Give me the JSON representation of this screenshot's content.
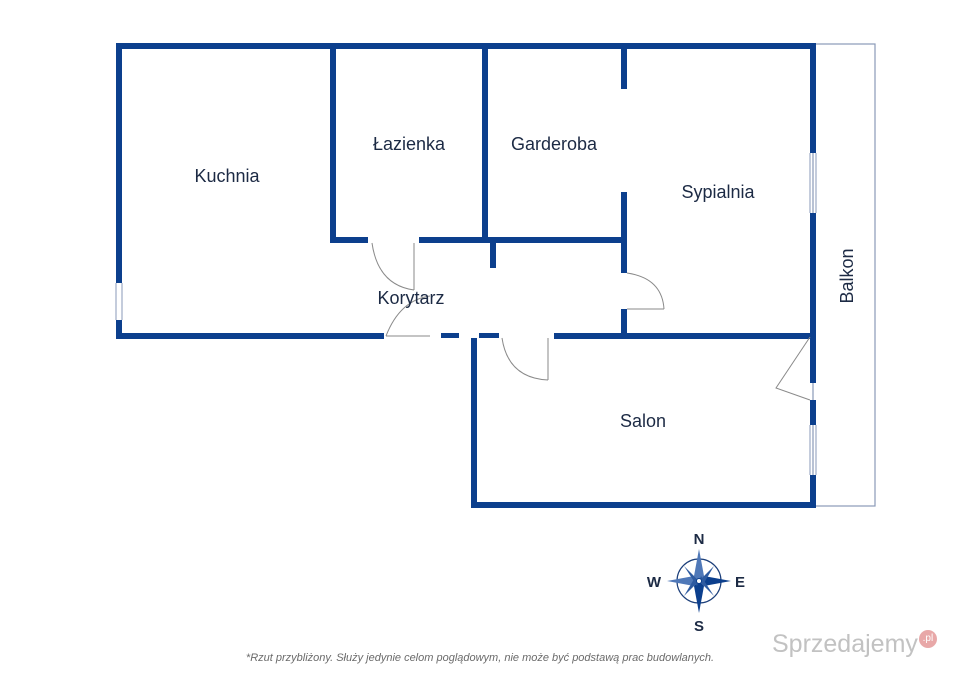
{
  "rooms": {
    "kitchen": "Kuchnia",
    "bathroom": "Łazienka",
    "wardrobe": "Garderoba",
    "bedroom": "Sypialnia",
    "corridor": "Korytarz",
    "living_room": "Salon",
    "balcony": "Balkon"
  },
  "compass": {
    "north": "N",
    "south": "S",
    "east": "E",
    "west": "W"
  },
  "disclaimer": "*Rzut przybliżony. Służy jedynie celom poglądowym, nie może być podstawą prac budowlanych.",
  "watermark": {
    "text": "Sprzedajemy",
    "suffix": ".pl"
  },
  "colors": {
    "wall": "#0c3f8d",
    "label": "#1c2a44",
    "door_arc": "#8a8a8a"
  }
}
